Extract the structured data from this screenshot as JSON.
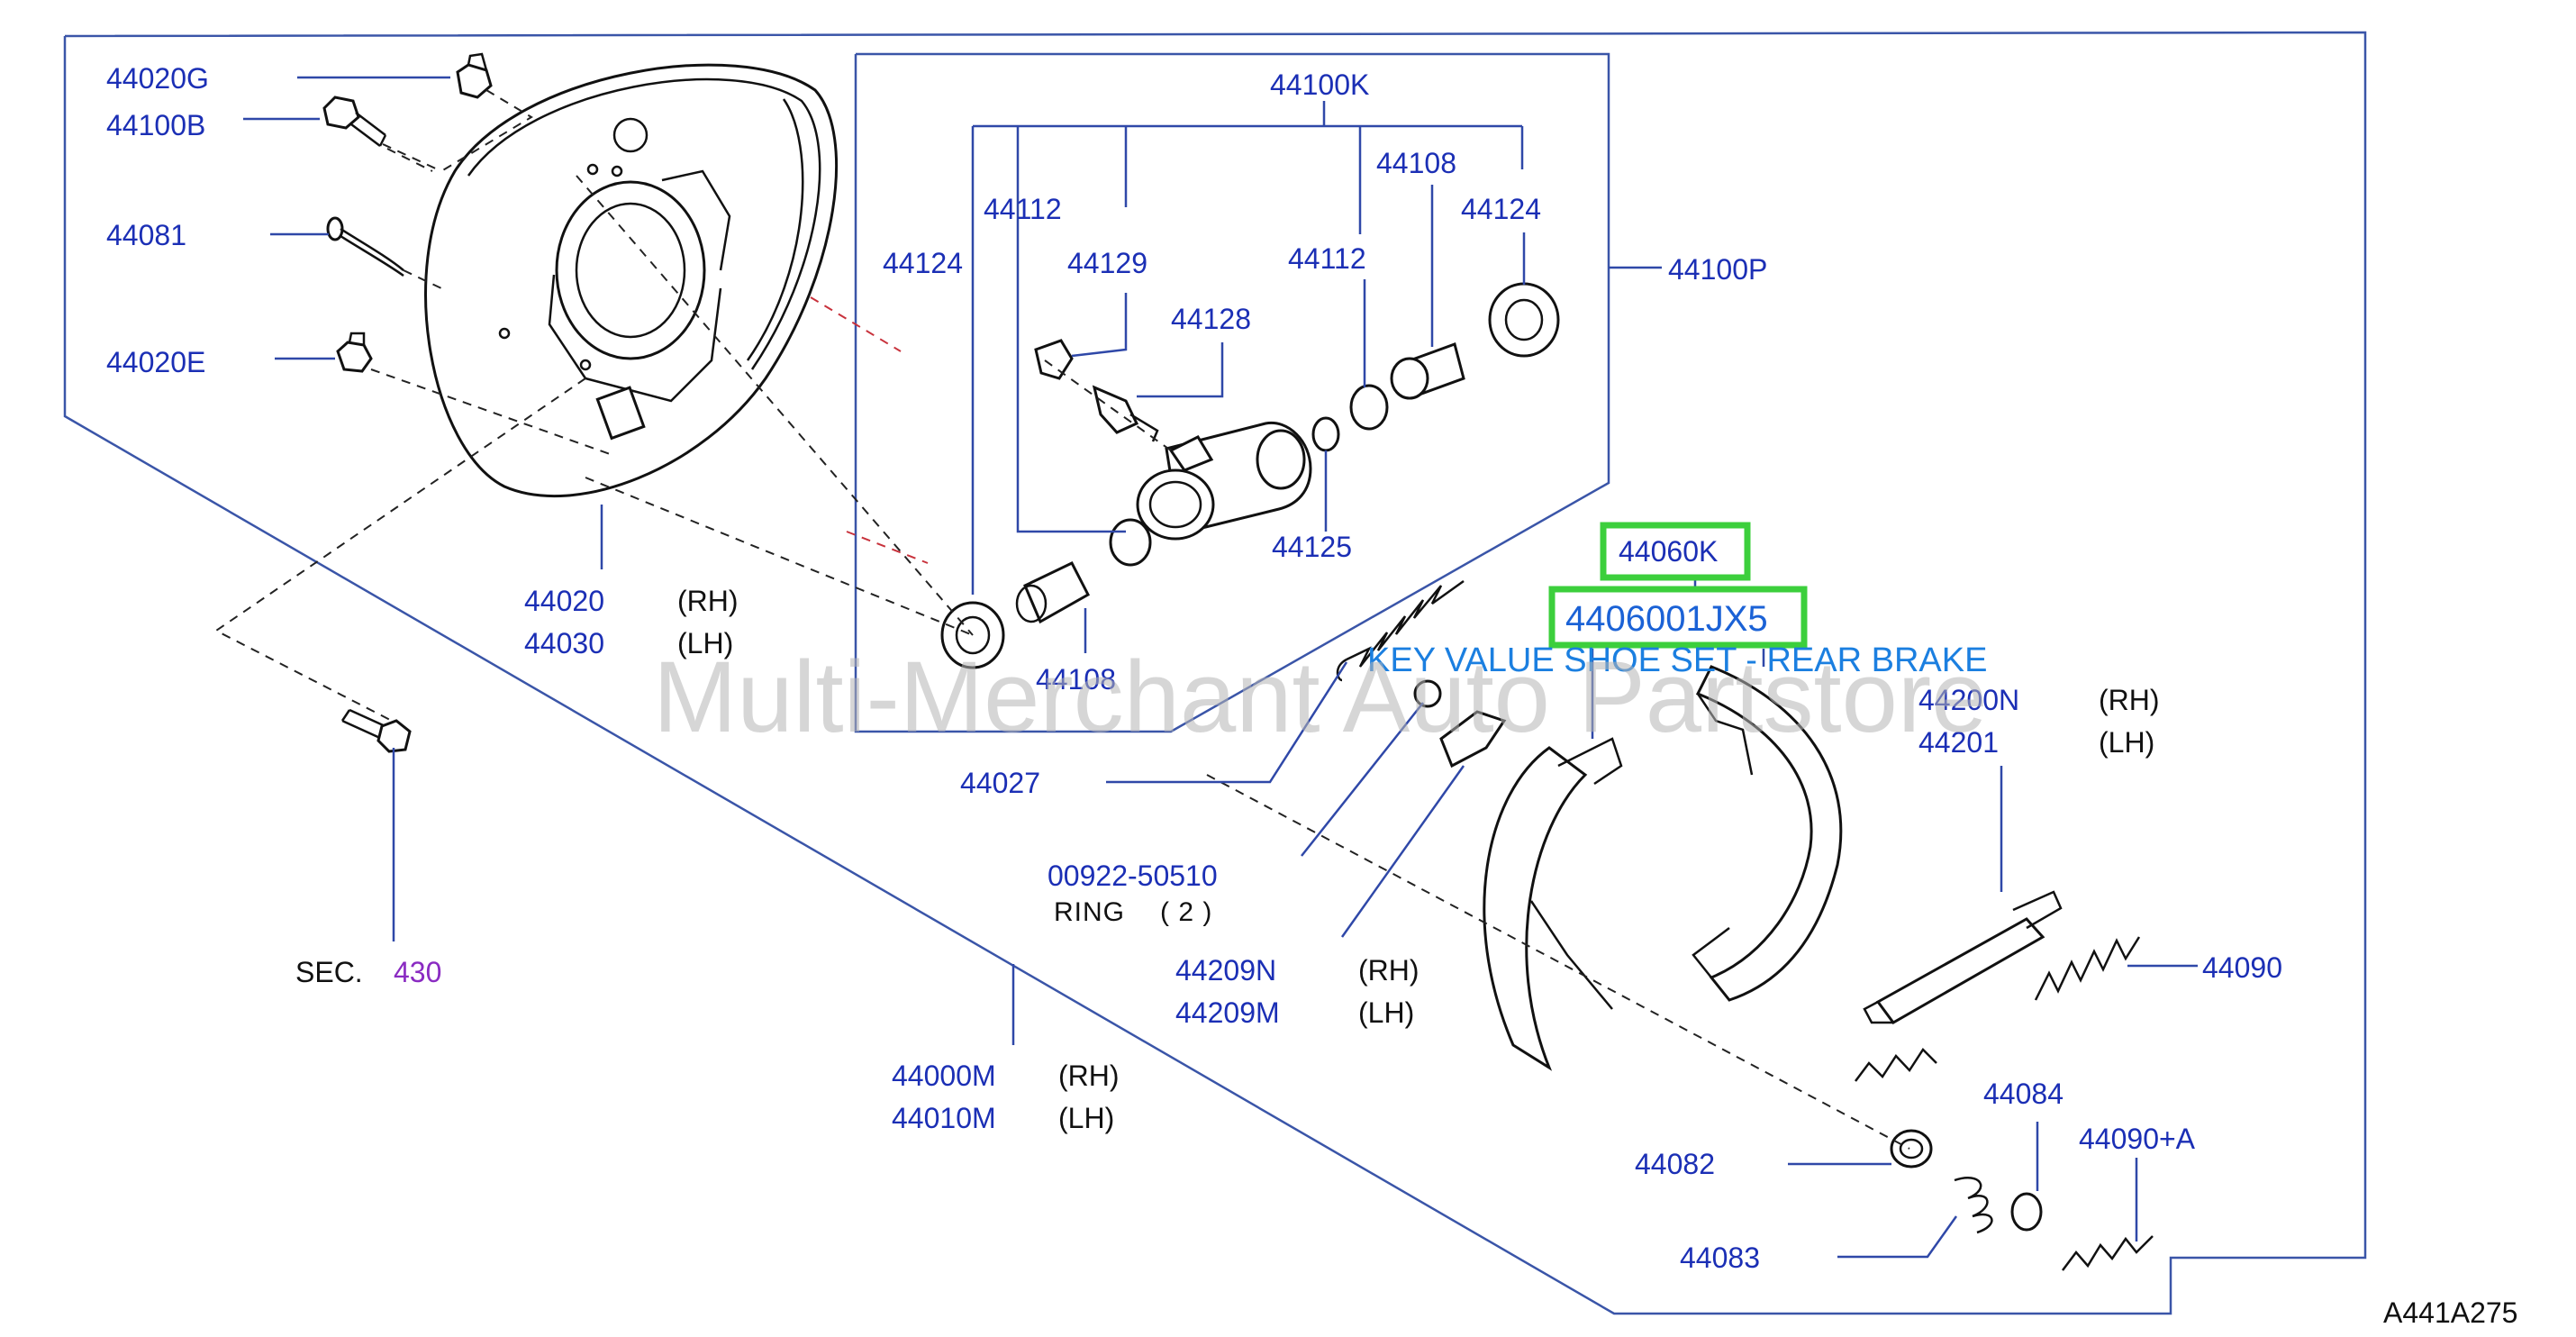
{
  "diagram": {
    "figure_code": "A441A275",
    "watermark": "Multi-Merchant Auto Partstore",
    "store_caption": "KEY VALUE SHOE SET - REAR BRAKE",
    "highlighted": [
      "44060K",
      "4406001JX5"
    ],
    "labels": {
      "p44020G": "44020G",
      "p44100B": "44100B",
      "p44081": "44081",
      "p44020E": "44020E",
      "p44020": "44020",
      "p44030": "44030",
      "p44100K": "44100K",
      "p44112a": "44112",
      "p44129": "44129",
      "p44108a": "44108",
      "p44124a": "44124",
      "p44124b": "44124",
      "p44112b": "44112",
      "p44128": "44128",
      "p44100P": "44100P",
      "p44125": "44125",
      "p44108b": "44108",
      "p44027": "44027",
      "p00922": "00922-50510",
      "ring": "RING",
      "ring_qty": "( 2 )",
      "p44209N": "44209N",
      "p44209M": "44209M",
      "p44000M": "44000M",
      "p44010M": "44010M",
      "p44060K": "44060K",
      "p4406001JX5": "4406001JX5",
      "p44200N": "44200N",
      "p44201": "44201",
      "p44090": "44090",
      "p44084": "44084",
      "p44090A": "44090+A",
      "p44082": "44082",
      "p44083": "44083",
      "sec": "SEC.",
      "sec_num": "430",
      "rh": "(RH)",
      "lh": "(LH)"
    }
  },
  "colors": {
    "label": "#1b2fb5",
    "highlight": "#3ccf3c",
    "watermark": "#b5b5b5",
    "section_ref": "#8a2bc2"
  }
}
